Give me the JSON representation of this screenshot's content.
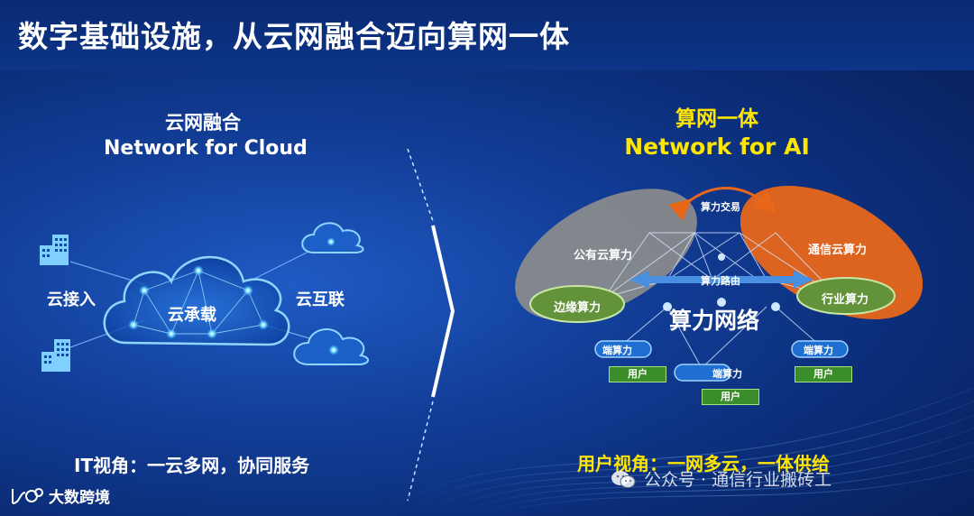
{
  "title": "数字基础设施，从云网融合迈向算网一体",
  "left": {
    "heading_cn": "云网融合",
    "heading_en": "Network for Cloud",
    "core_label": "云承载",
    "access_label": "云接入",
    "interconnect_label": "云互联",
    "bottom_text": "IT视角：一云多网，协同服务"
  },
  "right": {
    "heading_cn": "算网一体",
    "heading_en": "Network for AI",
    "trade_label": "算力交易",
    "public_cloud_label": "公有云算力",
    "telecom_cloud_label": "通信云算力",
    "routing_label": "算力路由",
    "edge_label": "边缘算力",
    "industry_label": "行业算力",
    "network_label": "算力网络",
    "endpoints": [
      {
        "label": "端算力",
        "user": "用户"
      },
      {
        "label": "端算力",
        "user": "用户"
      },
      {
        "label": "端算力",
        "user": "用户"
      }
    ],
    "bottom_text": "用户视角：一网多云，一体供给"
  },
  "colors": {
    "highlight": "#ffe600",
    "public_cloud": "#8c8c8c",
    "telecom_cloud": "#e8671a",
    "edge_green": "#62933a",
    "link_blue": "#4a90e2"
  },
  "footer": {
    "brand": "大数跨境",
    "watermark": "公众号 · 通信行业搬砖工"
  }
}
